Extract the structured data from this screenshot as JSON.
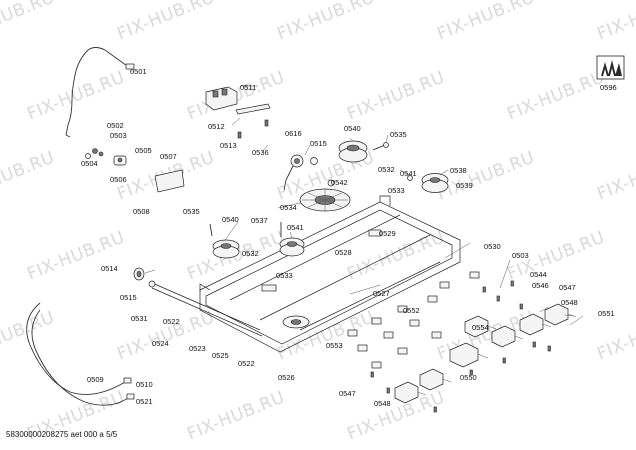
{
  "watermarks": [
    "FIX-HUB.RU",
    "FIX-HUB.RU",
    "FIX-HUB.RU",
    "FIX-HUB.RU",
    "FIX-HUB.RU",
    "FIX-HUB.RU",
    "FIX-HUB.RU",
    "FIX-HUB.RU",
    "FIX-HUB.RU",
    "FIX-HUB.RU",
    "FIX-HUB.RU",
    "FIX-HUB.RU",
    "FIX-HUB.RU",
    "FIX-HUB.RU",
    "FIX-HUB.RU",
    "FIX-HUB.RU",
    "FIX-HUB.RU",
    "FIX-HUB.RU",
    "FIX-HUB.RU",
    "FIX-HUB.RU",
    "FIX-HUB.RU",
    "FIX-HUB.RU",
    "FIX-HUB.RU",
    "FIX-HUB.RU",
    "FIX-HUB.RU",
    "FIX-HUB.RU",
    "FIX-HUB.RU",
    "FIX-HUB.RU"
  ],
  "gas_icon_label": "0596",
  "part_labels": [
    "0501",
    "0511",
    "0512",
    "0513",
    "0502",
    "0503",
    "0504",
    "0505",
    "0506",
    "0507",
    "0508",
    "0616",
    "0515",
    "0536",
    "0540",
    "0535",
    "0532",
    "0542",
    "0541",
    "0538",
    "0533",
    "0539",
    "0534",
    "0535",
    "0540",
    "0537",
    "0541",
    "0532",
    "0529",
    "0528",
    "0533",
    "0530",
    "0503",
    "0514",
    "0515",
    "0544",
    "0546",
    "0547",
    "0548",
    "0527",
    "0531",
    "0522",
    "0524",
    "0523",
    "0525",
    "0522",
    "0526",
    "0553",
    "0552",
    "0554",
    "0551",
    "0550",
    "0509",
    "0510",
    "0521",
    "0547",
    "0548"
  ],
  "footer": "58300000208275 aet 000 a 5/5"
}
